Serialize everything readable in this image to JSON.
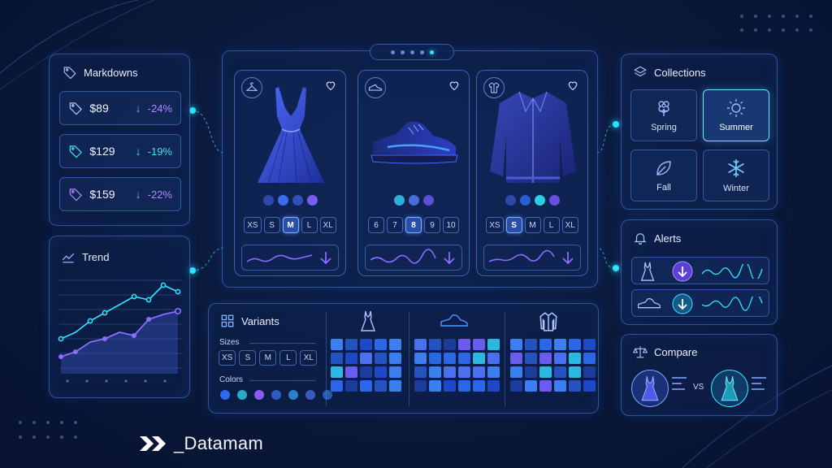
{
  "brand": {
    "name": "_Datamam"
  },
  "markdowns": {
    "title": "Markdowns",
    "items": [
      {
        "price": "$89",
        "change": "-24%",
        "color": "#b287ff"
      },
      {
        "price": "$129",
        "change": "-19%",
        "color": "#42e3e0"
      },
      {
        "price": "$159",
        "change": "-22%",
        "color": "#b287ff"
      }
    ]
  },
  "trend": {
    "title": "Trend"
  },
  "products": [
    {
      "category_icon": "hanger-icon",
      "image": "dress",
      "swatches": [
        "#2d4aa8",
        "#3b6df0",
        "#3450b8",
        "#7a5cf0"
      ],
      "sizes": [
        "XS",
        "S",
        "M",
        "L",
        "XL"
      ],
      "selected": "M"
    },
    {
      "category_icon": "sneaker-icon",
      "image": "sneaker",
      "swatches": [
        "#2cb0d8",
        "#4a6cd8",
        "#5a4fd8"
      ],
      "sizes": [
        "6",
        "7",
        "8",
        "9",
        "10"
      ],
      "selected": "8"
    },
    {
      "category_icon": "jacket-icon",
      "image": "jacket",
      "swatches": [
        "#2d4aa8",
        "#2a5fd0",
        "#2bd0e0",
        "#6a4fe0"
      ],
      "sizes": [
        "XS",
        "S",
        "M",
        "L",
        "XL"
      ],
      "selected": "S"
    }
  ],
  "collections": {
    "title": "Collections",
    "items": [
      {
        "label": "Spring",
        "icon": "flower-icon",
        "selected": false
      },
      {
        "label": "Summer",
        "icon": "sun-icon",
        "selected": true
      },
      {
        "label": "Fall",
        "icon": "leaf-icon",
        "selected": false
      },
      {
        "label": "Winter",
        "icon": "snowflake-icon",
        "selected": false
      }
    ]
  },
  "alerts": {
    "title": "Alerts"
  },
  "compare": {
    "title": "Compare",
    "vs_label": "VS"
  },
  "variants": {
    "title": "Variants",
    "sizes_label": "Sizes",
    "sizes": [
      "XS",
      "S",
      "M",
      "L",
      "XL"
    ],
    "colors_label": "Colors",
    "colors": [
      "#2f6bf0",
      "#2aa8c8",
      "#8a5cf5",
      "#2a5fc0",
      "#2c7fc8",
      "#3a5cc0",
      "#2a5aa8"
    ]
  },
  "colors": {
    "accent": "#2ee6ff",
    "purple": "#8a5cf5",
    "panel_border": "#5a96ff"
  }
}
